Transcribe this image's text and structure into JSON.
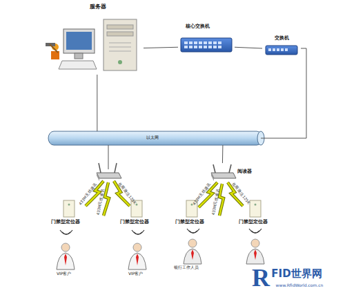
{
  "diagram": {
    "nodes": [
      {
        "text": [
          "服务器"
        ]
      },
      {
        "text": [
          "核心交换机"
        ]
      },
      {
        "text": [
          "交换机"
        ]
      },
      {
        "text": [
          "以太网"
        ]
      },
      {
        "text": [
          "阅读器"
        ]
      },
      {
        "text": [
          "门禁型定位器"
        ]
      },
      {
        "text": [
          "门禁型定位器"
        ]
      },
      {
        "text": [
          "门禁型定位器"
        ]
      },
      {
        "text": [
          "门禁型定位器"
        ]
      },
      {
        "text": [
          "VIP客户"
        ]
      },
      {
        "text": [
          "VIP客户"
        ]
      },
      {
        "text": [
          "银行工作人员"
        ]
      }
    ],
    "edges": [
      {
        "from": 0,
        "to": 1,
        "arrow": "none"
      },
      {
        "from": 1,
        "to": 2,
        "arrow": "none"
      },
      {
        "from": 0,
        "to": 3,
        "arrow": "none"
      },
      {
        "from": 2,
        "to": 3,
        "arrow": "none"
      },
      {
        "from": 3,
        "to": 4,
        "arrow": "none"
      }
    ],
    "labels": [
      "433M无线通讯",
      "433M无线通讯",
      "低频激活125K",
      "433M无线通讯",
      "433M无线通讯",
      "低频激活125K",
      "R",
      "FID世界网",
      "www.RfidWorld.com.cn"
    ]
  }
}
